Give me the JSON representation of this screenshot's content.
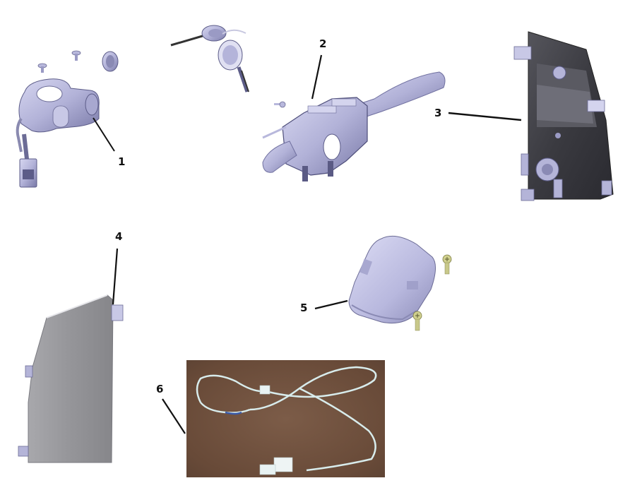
{
  "diagram": {
    "type": "exploded-parts-diagram",
    "background": "#ffffff",
    "part_color": "#b4b4d8",
    "part_shadow": "#6c6c96",
    "panel_color": "#8f8f94",
    "housing_dark": "#3a3a40",
    "screw_color": "#c8c88a",
    "photo_bg": "#6e4f3c",
    "cable_color": "#d8ecec",
    "cable_blue": "#3a5aa8",
    "callouts": [
      {
        "id": "1",
        "label": "1",
        "part": "ignition-lock-assembly"
      },
      {
        "id": "2",
        "label": "2",
        "part": "steering-column-switch-with-keys"
      },
      {
        "id": "3",
        "label": "3",
        "part": "headlamp-housing"
      },
      {
        "id": "4",
        "label": "4",
        "part": "headlamp-lens-panel"
      },
      {
        "id": "5",
        "label": "5",
        "part": "interior-lamp-cover-with-screws"
      },
      {
        "id": "6",
        "label": "6",
        "part": "wiring-harness-photo"
      }
    ]
  }
}
